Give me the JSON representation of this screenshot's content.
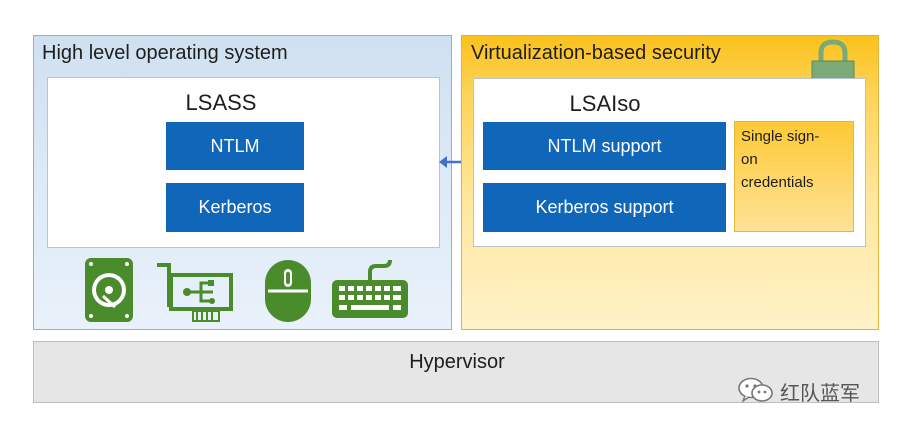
{
  "left_panel": {
    "title": "High level operating system",
    "box": {
      "title": "LSASS",
      "items": [
        "NTLM",
        "Kerberos"
      ]
    },
    "device_icons": [
      "hard-drive-icon",
      "network-card-icon",
      "mouse-icon",
      "keyboard-icon"
    ]
  },
  "right_panel": {
    "title": "Virtualization-based security",
    "lock_icon": "padlock-icon",
    "box": {
      "title": "LSAIso",
      "items": [
        "NTLM support",
        "Kerberos support"
      ],
      "side_note_lines": [
        "Single sign-",
        "on",
        "credentials"
      ]
    }
  },
  "connector": "double-arrow-icon",
  "hypervisor": {
    "label": "Hypervisor"
  },
  "watermark": {
    "text": "红队蓝军",
    "icon": "wechat-icon"
  },
  "colors": {
    "blue_box": "#1066b8",
    "icon_green": "#4a8b2c",
    "lock_green": "#7aaa78",
    "left_panel": "#dce9f6",
    "right_panel": "#fdd35a",
    "arrow": "#4472c4"
  }
}
